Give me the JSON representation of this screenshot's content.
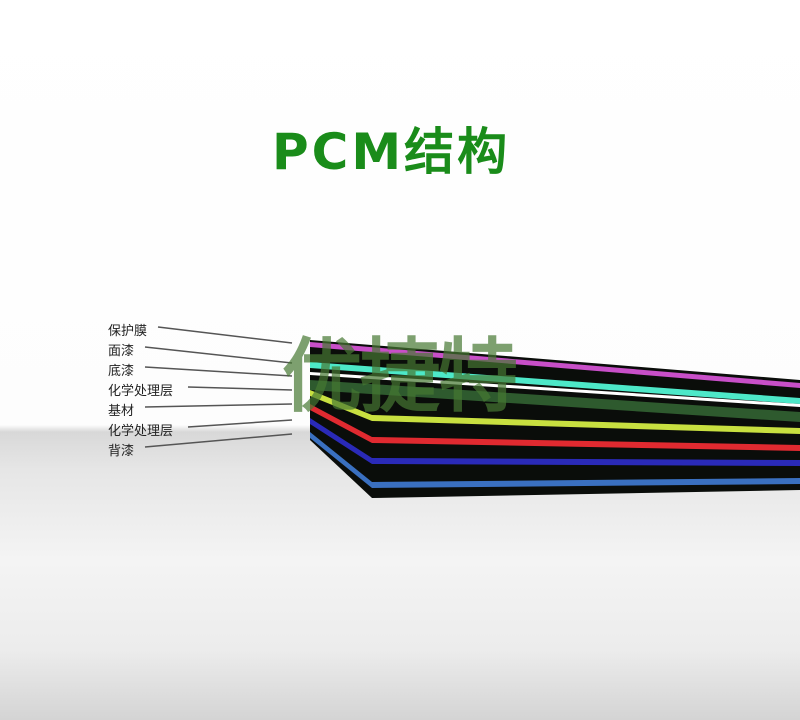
{
  "title": "PCM结构",
  "watermark": "优捷特",
  "layers": [
    {
      "label": "保护膜",
      "color": "#c84fc8"
    },
    {
      "label": "面漆",
      "color": "#4de8c8"
    },
    {
      "label": "底漆",
      "color": "#ffffff"
    },
    {
      "label": "化学处理层",
      "color": "#2e5a2e"
    },
    {
      "label": "基材",
      "color": "#c8e040"
    },
    {
      "label": "化学处理层",
      "color": "#e02a30"
    },
    {
      "label": "背漆",
      "color": "#2a2ab8"
    }
  ],
  "base_color": "#3a70c0"
}
